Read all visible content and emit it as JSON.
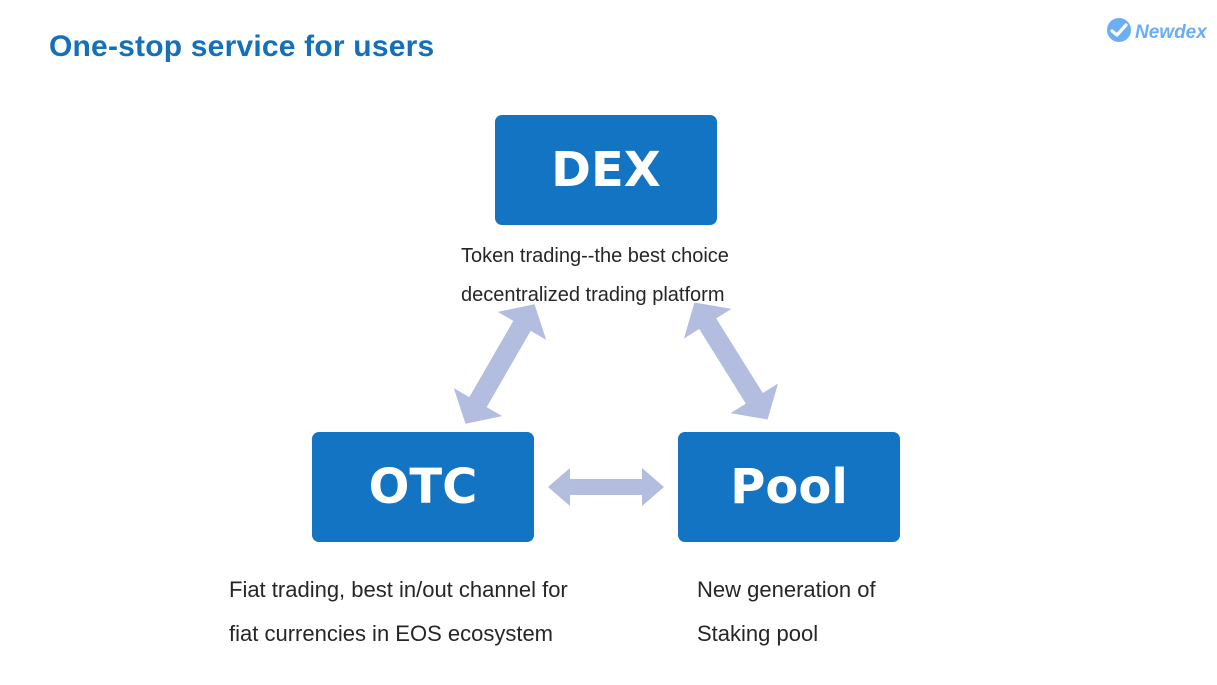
{
  "slide": {
    "title": "One-stop service for users"
  },
  "logo": {
    "text": "Newdex",
    "icon": "newdex-logo-icon"
  },
  "nodes": {
    "dex": {
      "label": "DEX",
      "description": [
        "Token trading--the best choice",
        "decentralized trading platform"
      ]
    },
    "otc": {
      "label": "OTC",
      "description": [
        "Fiat trading, best in/out channel for",
        "fiat currencies in EOS ecosystem"
      ]
    },
    "pool": {
      "label": "Pool",
      "description": [
        "New generation of",
        "Staking pool"
      ]
    }
  },
  "colors": {
    "title": "#1470b8",
    "box": "#1374c4",
    "arrow": "#b2bde0",
    "logo": "#6aaef5"
  }
}
